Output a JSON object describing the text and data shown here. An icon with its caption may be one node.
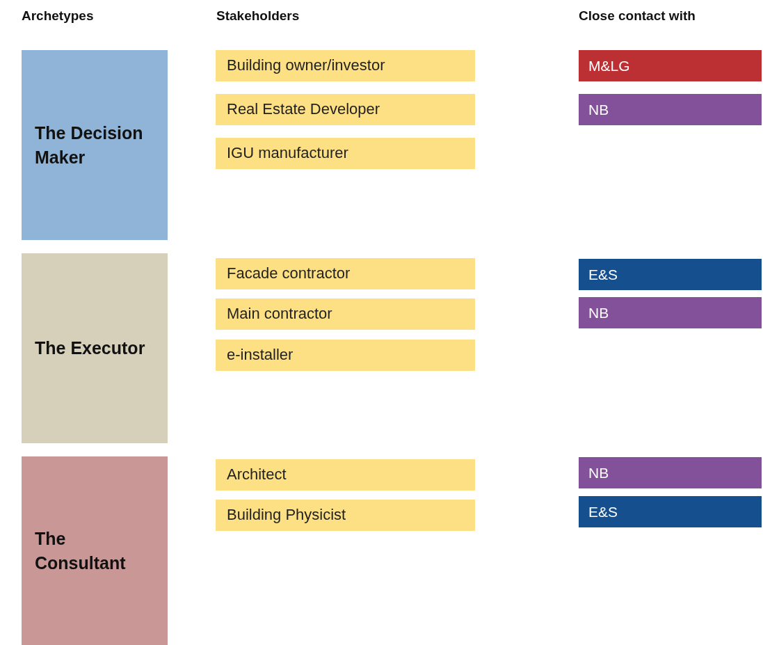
{
  "diagram": {
    "nodes": [
      {
        "text": [
          "The Decision Maker"
        ]
      },
      {
        "text": [
          "Building owner/investor"
        ]
      },
      {
        "text": [
          "Real Estate Developer"
        ]
      },
      {
        "text": [
          "IGU manufacturer"
        ]
      },
      {
        "text": [
          "M&LG"
        ]
      },
      {
        "text": [
          "NB"
        ]
      },
      {
        "text": [
          "The Executor"
        ]
      },
      {
        "text": [
          "Facade contractor"
        ]
      },
      {
        "text": [
          "Main contractor"
        ]
      },
      {
        "text": [
          "e-installer"
        ]
      },
      {
        "text": [
          "E&S"
        ]
      },
      {
        "text": [
          "NB"
        ]
      },
      {
        "text": [
          "The Consultant"
        ]
      },
      {
        "text": [
          "Architect"
        ]
      },
      {
        "text": [
          "Building Physicist"
        ]
      },
      {
        "text": [
          "NB"
        ]
      },
      {
        "text": [
          "E&S"
        ]
      }
    ],
    "labels": [
      "Archetypes",
      "Stakeholders",
      "Close contact with"
    ]
  }
}
